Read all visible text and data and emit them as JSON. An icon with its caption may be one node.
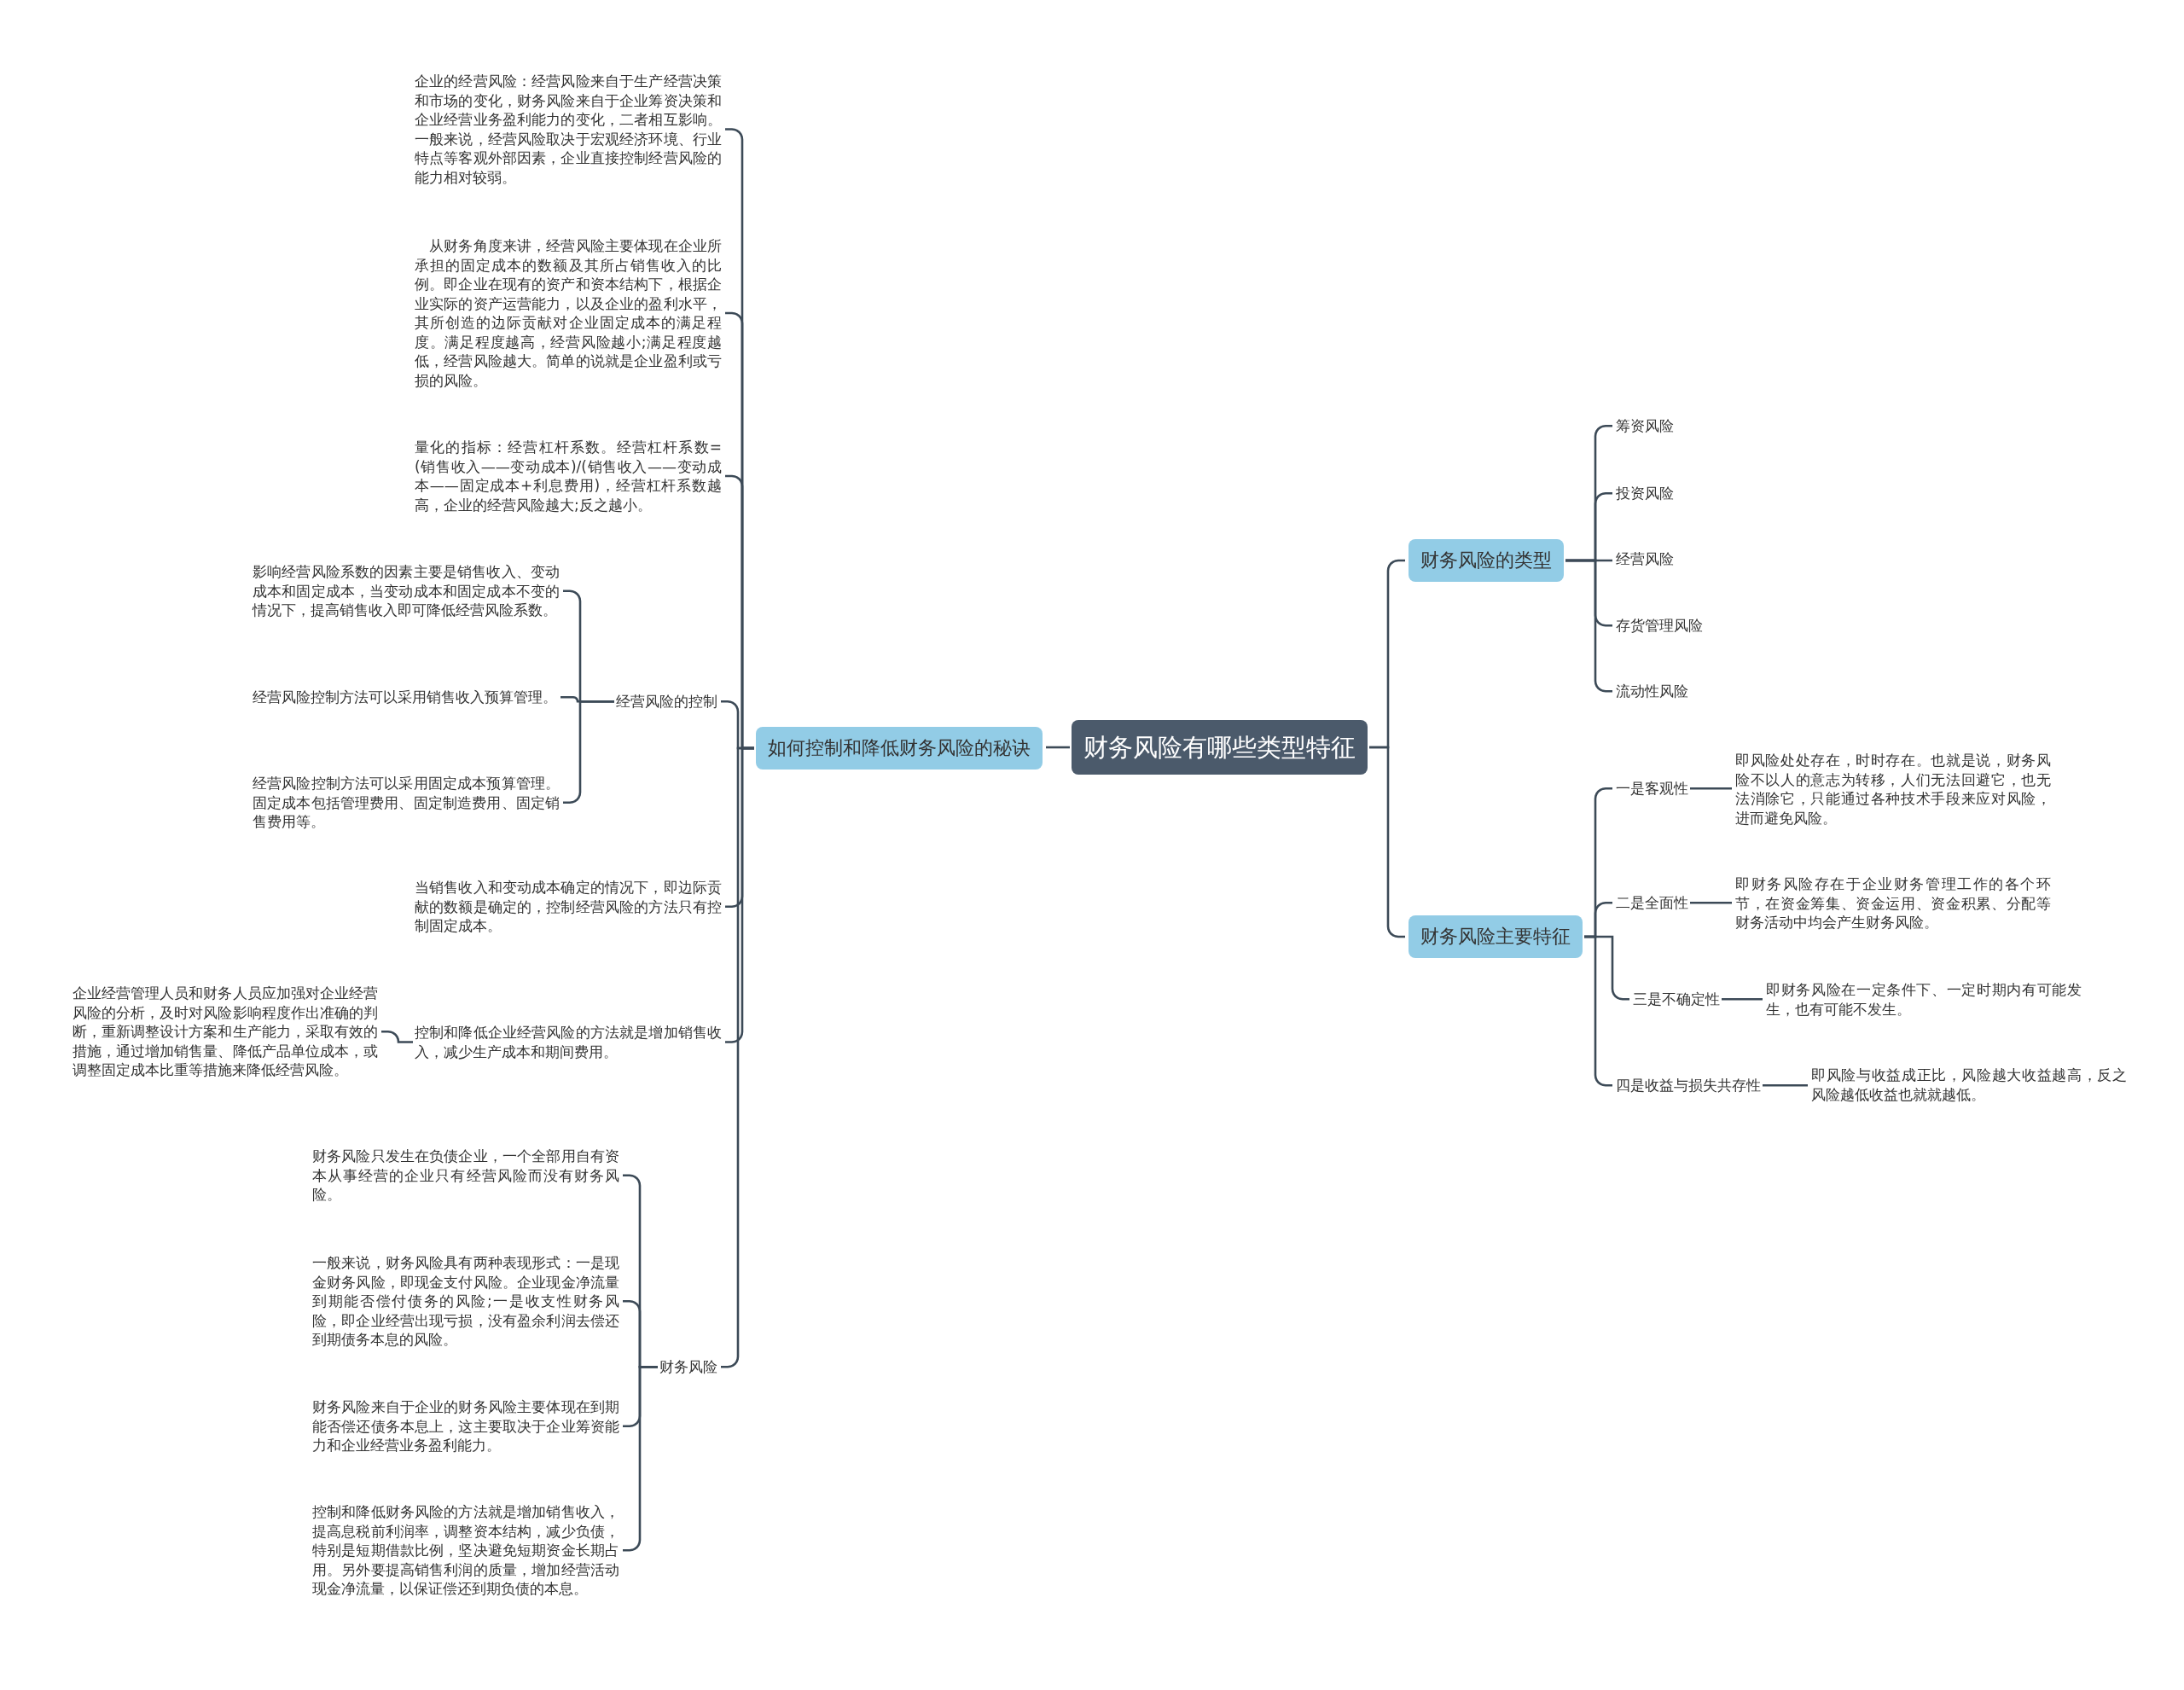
{
  "diagram": {
    "nodes": [
      {
        "text": [
          "财务风险有哪些类型特征"
        ]
      },
      {
        "text": [
          "财务风险的类型"
        ]
      },
      {
        "text": [
          "筹资风险"
        ]
      },
      {
        "text": [
          "投资风险"
        ]
      },
      {
        "text": [
          "经营风险"
        ]
      },
      {
        "text": [
          "存货管理风险"
        ]
      },
      {
        "text": [
          "流动性风险"
        ]
      },
      {
        "text": [
          "财务风险主要特征"
        ]
      },
      {
        "text": [
          "一是客观性"
        ]
      },
      {
        "text": [
          "即风险处处存在，时时存在。也就是说，财务风险不以人的意志为转移，人们无法回避它，也无法消除它，只能通过各种技术手段来应对风险，进而避免风险。"
        ]
      },
      {
        "text": [
          "二是全面性"
        ]
      },
      {
        "text": [
          "即财务风险存在于企业财务管理工作的各个环节，在资金筹集、资金运用、资金积累、分配等财务活动中均会产生财务风险。"
        ]
      },
      {
        "text": [
          "三是不确定性"
        ]
      },
      {
        "text": [
          "即财务风险在一定条件下、一定时期内有可能发生，也有可能不发生。"
        ]
      },
      {
        "text": [
          "四是收益与损失共存性"
        ]
      },
      {
        "text": [
          "即风险与收益成正比，风险越大收益越高，反之风险越低收益也就就越低。"
        ]
      },
      {
        "text": [
          "如何控制和降低财务风险的秘诀"
        ]
      },
      {
        "text": [
          "企业的经营风险：经营风险来自于生产经营决策和市场的变化，财务风险来自于企业筹资决策和企业经营业务盈利能力的变化，二者相互影响。一般来说，经营风险取决于宏观经济环境、行业特点等客观外部因素，企业直接控制经营风险的能力相对较弱。"
        ]
      },
      {
        "text": [
          "　从财务角度来讲，经营风险主要体现在企业所承担的固定成本的数额及其所占销售收入的比例。即企业在现有的资产和资本结构下，根据企业实际的资产运营能力，以及企业的盈利水平，其所创造的边际贡献对企业固定成本的满足程度。满足程度越高，经营风险越小;满足程度越低，经营风险越大。简单的说就是企业盈利或亏损的风险。"
        ]
      },
      {
        "text": [
          "量化的指标：经营杠杆系数。经营杠杆系数=(销售收入——变动成本)/(销售收入——变动成本——固定成本+利息费用)，经营杠杆系数越高，企业的经营风险越大;反之越小。"
        ]
      },
      {
        "text": [
          "经营风险的控制"
        ]
      },
      {
        "text": [
          "影响经营风险系数的因素主要是销售收入、变动成本和固定成本，当变动成本和固定成本不变的情况下，提高销售收入即可降低经营风险系数。"
        ]
      },
      {
        "text": [
          "经营风险控制方法可以采用销售收入预算管理。"
        ]
      },
      {
        "text": [
          "经营风险控制方法可以采用固定成本预算管理。固定成本包括管理费用、固定制造费用、固定销售费用等。"
        ]
      },
      {
        "text": [
          "当销售收入和变动成本确定的情况下，即边际贡献的数额是确定的，控制经营风险的方法只有控制固定成本。"
        ]
      },
      {
        "text": [
          "控制和降低企业经营风险的方法就是增加销售收入，减少生产成本和期间费用。"
        ]
      },
      {
        "text": [
          "企业经营管理人员和财务人员应加强对企业经营风险的分析，及时对风险影响程度作出准确的判断，重新调整设计方案和生产能力，采取有效的措施，通过增加销售量、降低产品单位成本，或调整固定成本比重等措施来降低经营风险。"
        ]
      },
      {
        "text": [
          "财务风险"
        ]
      },
      {
        "text": [
          "财务风险只发生在负债企业，一个全部用自有资本从事经营的企业只有经营风险而没有财务风险。"
        ]
      },
      {
        "text": [
          "一般来说，财务风险具有两种表现形式：一是现金财务风险，即现金支付风险。企业现金净流量到期能否偿付债务的风险;一是收支性财务风险，即企业经营出现亏损，没有盈余利润去偿还到期债务本息的风险。"
        ]
      },
      {
        "text": [
          "财务风险来自于企业的财务风险主要体现在到期能否偿还债务本息上，这主要取决于企业筹资能力和企业经营业务盈利能力。"
        ]
      },
      {
        "text": [
          "控制和降低财务风险的方法就是增加销售收入，提高息税前利润率，调整资本结构，减少负债，特别是短期借款比例，坚决避免短期资金长期占用。另外要提高销售利润的质量，增加经营活动现金净流量，以保证偿还到期负债的本息。"
        ]
      }
    ],
    "edges": [
      {
        "from": 0,
        "to": 1,
        "arrow": "none"
      },
      {
        "from": 1,
        "to": 2,
        "arrow": "none"
      },
      {
        "from": 1,
        "to": 3,
        "arrow": "none"
      },
      {
        "from": 1,
        "to": 4,
        "arrow": "none"
      },
      {
        "from": 1,
        "to": 5,
        "arrow": "none"
      },
      {
        "from": 1,
        "to": 6,
        "arrow": "none"
      },
      {
        "from": 0,
        "to": 7,
        "arrow": "none"
      },
      {
        "from": 7,
        "to": 8,
        "arrow": "none"
      },
      {
        "from": 8,
        "to": 9,
        "arrow": "none"
      },
      {
        "from": 7,
        "to": 10,
        "arrow": "none"
      },
      {
        "from": 10,
        "to": 11,
        "arrow": "none"
      },
      {
        "from": 7,
        "to": 12,
        "arrow": "none"
      },
      {
        "from": 12,
        "to": 13,
        "arrow": "none"
      },
      {
        "from": 7,
        "to": 14,
        "arrow": "none"
      },
      {
        "from": 14,
        "to": 15,
        "arrow": "none"
      },
      {
        "from": 0,
        "to": 16,
        "arrow": "none"
      },
      {
        "from": 16,
        "to": 17,
        "arrow": "none"
      },
      {
        "from": 16,
        "to": 18,
        "arrow": "none"
      },
      {
        "from": 16,
        "to": 19,
        "arrow": "none"
      },
      {
        "from": 16,
        "to": 20,
        "arrow": "none"
      },
      {
        "from": 20,
        "to": 21,
        "arrow": "none"
      },
      {
        "from": 20,
        "to": 22,
        "arrow": "none"
      },
      {
        "from": 20,
        "to": 23,
        "arrow": "none"
      },
      {
        "from": 16,
        "to": 24,
        "arrow": "none"
      },
      {
        "from": 16,
        "to": 25,
        "arrow": "none"
      },
      {
        "from": 25,
        "to": 26,
        "arrow": "none"
      },
      {
        "from": 16,
        "to": 27,
        "arrow": "none"
      },
      {
        "from": 27,
        "to": 28,
        "arrow": "none"
      },
      {
        "from": 27,
        "to": 29,
        "arrow": "none"
      },
      {
        "from": 27,
        "to": 30,
        "arrow": "none"
      },
      {
        "from": 27,
        "to": 31,
        "arrow": "none"
      }
    ]
  }
}
